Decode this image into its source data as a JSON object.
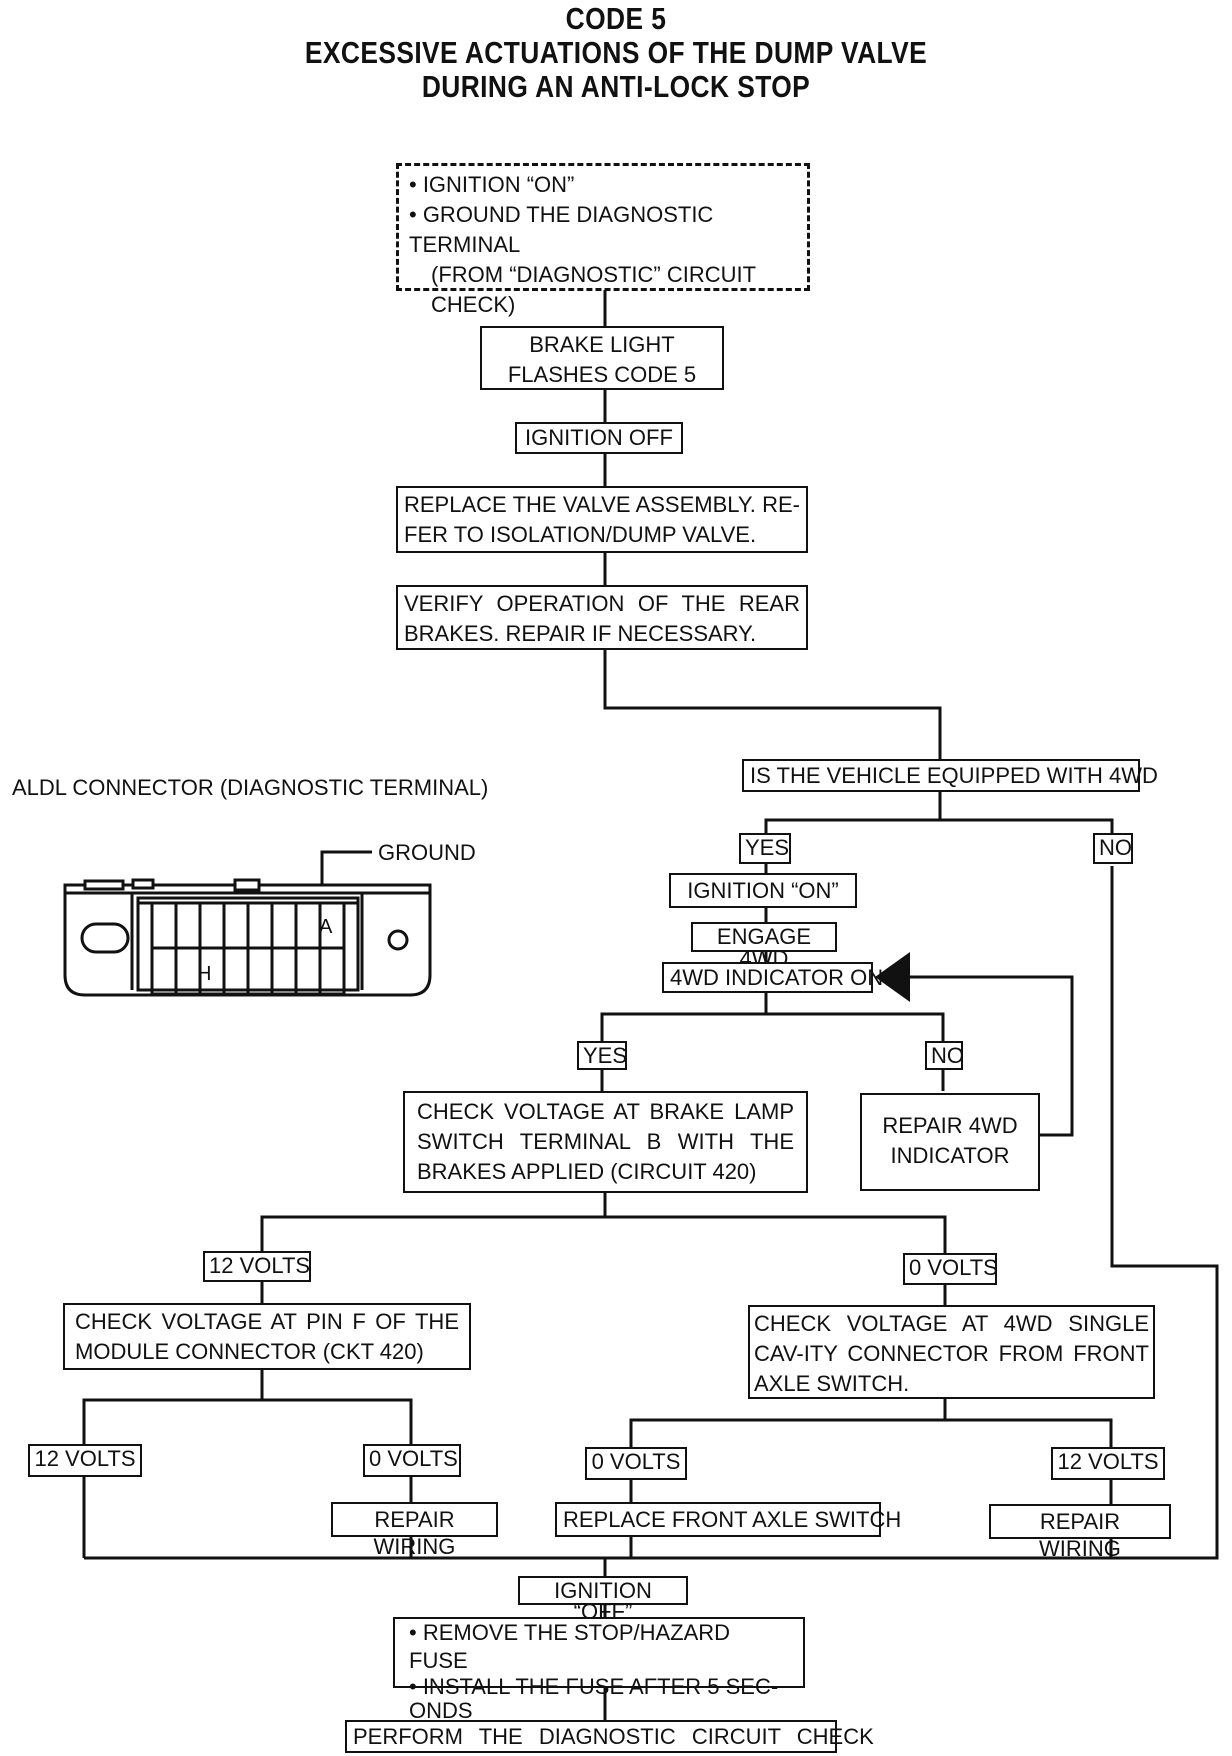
{
  "title": {
    "line1": "CODE 5",
    "line2": "EXCESSIVE ACTUATIONS OF THE DUMP VALVE",
    "line3": "DURING AN ANTI-LOCK STOP"
  },
  "start_box": {
    "line1": "• IGNITION “ON”",
    "line2": "• GROUND THE DIAGNOSTIC TERMINAL",
    "line3": "(FROM “DIAGNOSTIC” CIRCUIT",
    "line4": "CHECK)"
  },
  "steps": {
    "brake_light": "BRAKE LIGHT FLASHES CODE 5",
    "ignition_off": "IGNITION OFF",
    "replace_valve": "REPLACE THE VALVE ASSEMBLY. RE-FER TO ISOLATION/DUMP VALVE.",
    "verify_rear": "VERIFY OPERATION OF THE REAR BRAKES. REPAIR IF NECESSARY.",
    "is_4wd": "IS THE VEHICLE EQUIPPED WITH 4WD",
    "yes_1": "YES",
    "no_1": "NO",
    "ignition_on": "IGNITION “ON”",
    "engage_4wd": "ENGAGE 4WD",
    "indicator_on": "4WD INDICATOR ON",
    "yes_2": "YES",
    "no_2": "NO",
    "check_brake_lamp": "CHECK VOLTAGE AT BRAKE LAMP SWITCH TERMINAL B WITH THE BRAKES APPLIED (CIRCUIT 420)",
    "repair_indicator": "REPAIR 4WD INDICATOR",
    "v12_a": "12 VOLTS",
    "v0_a": "0 VOLTS",
    "check_pin_f": "CHECK VOLTAGE AT PIN F OF THE MODULE CONNECTOR (CKT 420)",
    "check_4wd_cavity": "CHECK VOLTAGE AT 4WD SINGLE CAV-ITY CONNECTOR FROM FRONT AXLE SWITCH.",
    "v12_b": "12 VOLTS",
    "v0_b": "0 VOLTS",
    "v0_c": "0 VOLTS",
    "v12_c": "12 VOLTS",
    "repair_wiring_1": "REPAIR WIRING",
    "replace_axle_switch": "REPLACE FRONT AXLE SWITCH",
    "repair_wiring_2": "REPAIR WIRING",
    "ignition_off_2": "IGNITION “OFF”",
    "remove_fuse": "• REMOVE THE STOP/HAZARD FUSE",
    "install_fuse": "• INSTALL THE FUSE AFTER 5 SEC-ONDS",
    "perform_check": "PERFORM THE DIAGNOSTIC CIRCUIT CHECK"
  },
  "aldl": {
    "caption": "ALDL CONNECTOR (DIAGNOSTIC TERMINAL)",
    "ground_label": "GROUND",
    "pin_a": "A",
    "pin_h": "H"
  }
}
